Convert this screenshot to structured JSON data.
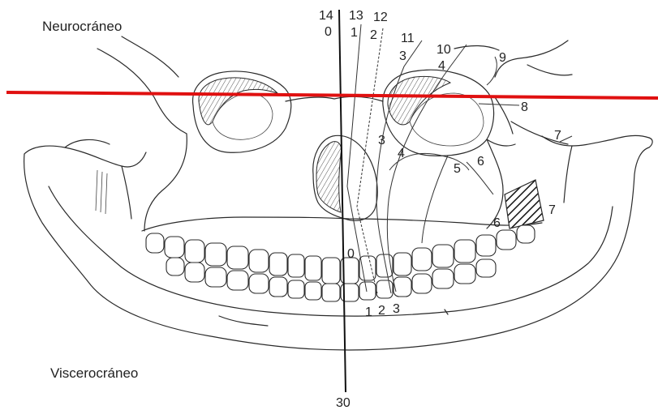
{
  "regions": {
    "upper": "Neurocráneo",
    "lower": "Viscerocráneo"
  },
  "reference_line": {
    "color": "#e01010"
  },
  "midline": {
    "top_labels": [
      "14",
      "0"
    ],
    "bottom_label": "30"
  },
  "labels": {
    "l13": "13",
    "l1_top": "1",
    "l12": "12",
    "l2_top": "2",
    "l11": "11",
    "l3_top": "3",
    "l10": "10",
    "l4_top": "4",
    "l9": "9",
    "l8": "8",
    "l7_right": "7",
    "l7_hatch": "7",
    "l6_upper": "6",
    "l6_lower": "6",
    "l5": "5",
    "l4_mid": "4",
    "l3_mid": "3",
    "l0_teeth": "0",
    "l1_bottom": "1",
    "l2_bottom": "2",
    "l3_bottom": "3"
  }
}
